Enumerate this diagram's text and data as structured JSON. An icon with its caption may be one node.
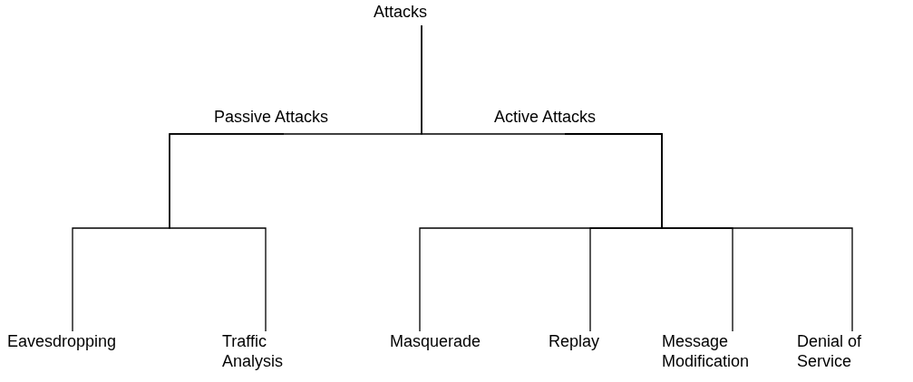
{
  "diagram": {
    "nodes": [
      {
        "text": [
          "Attacks"
        ]
      },
      {
        "text": [
          "Passive Attacks"
        ]
      },
      {
        "text": [
          "Active Attacks"
        ]
      },
      {
        "text": [
          "Eavesdropping"
        ]
      },
      {
        "text": [
          "Traffic Analysis"
        ]
      },
      {
        "text": [
          "Masquerade"
        ]
      },
      {
        "text": [
          "Replay"
        ]
      },
      {
        "text": [
          "Message Modification"
        ]
      },
      {
        "text": [
          "Denial of Service"
        ]
      }
    ],
    "edges": [
      {
        "from": 0,
        "to": 1,
        "arrow": "none"
      },
      {
        "from": 0,
        "to": 2,
        "arrow": "none"
      },
      {
        "from": 1,
        "to": 3,
        "arrow": "none"
      },
      {
        "from": 1,
        "to": 4,
        "arrow": "none"
      },
      {
        "from": 2,
        "to": 5,
        "arrow": "none"
      },
      {
        "from": 2,
        "to": 6,
        "arrow": "none"
      },
      {
        "from": 2,
        "to": 7,
        "arrow": "none"
      },
      {
        "from": 2,
        "to": 8,
        "arrow": "none"
      }
    ]
  }
}
